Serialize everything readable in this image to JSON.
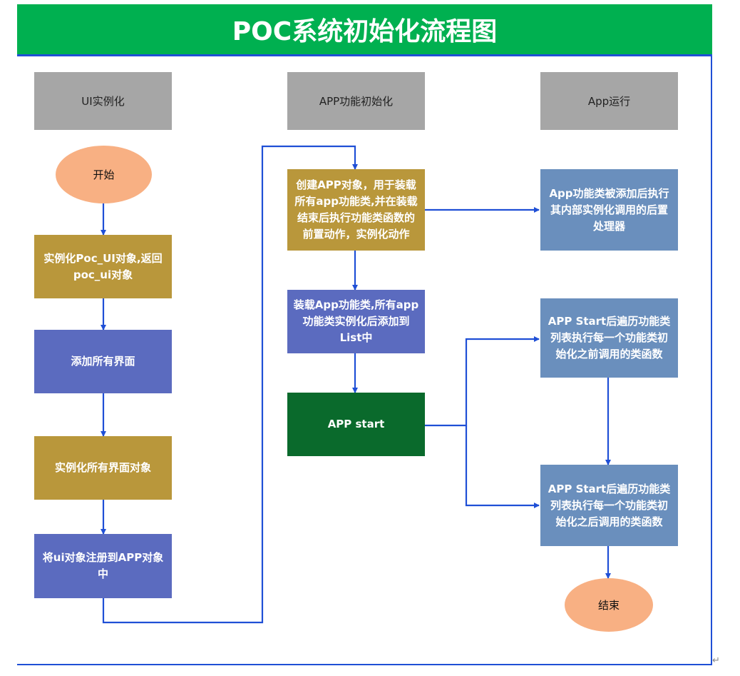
{
  "title": "POC系统初始化流程图",
  "lanes": {
    "ui": "UI实例化",
    "app_init": "APP功能初始化",
    "app_run": "App运行"
  },
  "nodes": {
    "start": "开始",
    "instantiate_poc_ui": "实例化Poc_UI对象,返回poc_ui对象",
    "add_all_views": "添加所有界面",
    "instantiate_views": "实例化所有界面对象",
    "register_ui": "将ui对象注册到APP对象中",
    "create_app": "创建APP对象，用于装载所有app功能类,并在装载结束后执行功能类函数的前置动作，实例化动作",
    "load_app_classes": "装载App功能类,所有app功能类实例化后添加到List中",
    "app_start": "APP start",
    "post_processor": "App功能类被添加后执行其内部实例化调用的后置处理器",
    "before_init": "APP Start后遍历功能类列表执行每一个功能类初始化之前调用的类函数",
    "after_init": "APP Start后遍历功能类列表执行每一个功能类初始化之后调用的类函数",
    "end": "结束"
  },
  "colors": {
    "title_bg": "#00b050",
    "lane_header": "#a6a6a6",
    "gold": "#b9973b",
    "indigo": "#5b6bbf",
    "steel": "#6a8fbd",
    "dark_green": "#0a6a2c",
    "terminal": "#f8b083",
    "connector": "#1f4fd6"
  },
  "paragraph_mark": "↵"
}
